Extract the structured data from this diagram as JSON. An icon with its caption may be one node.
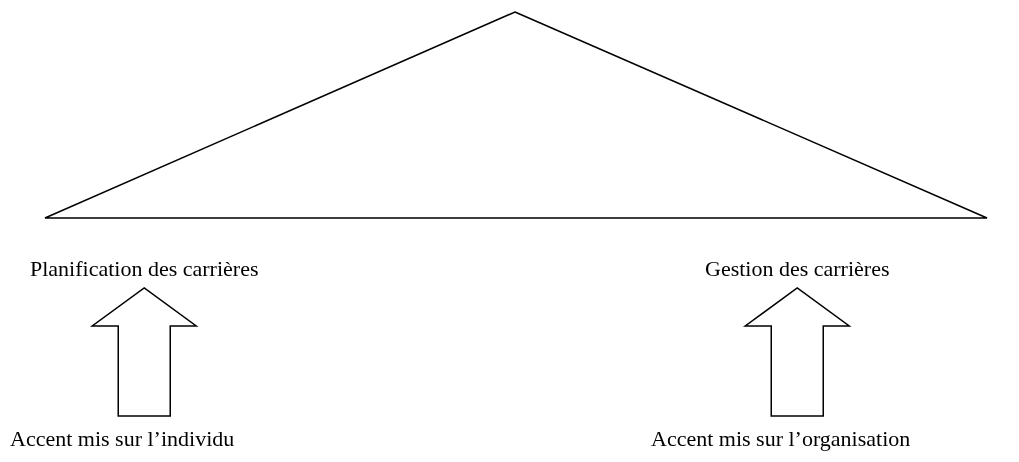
{
  "diagram": {
    "nodes": [
      {
        "text": [
          "Planification des carrières"
        ]
      },
      {
        "text": [
          "Gestion des carrières"
        ]
      },
      {
        "text": [
          "Accent mis sur l’individu"
        ]
      },
      {
        "text": [
          "Accent mis sur l’organisation"
        ]
      }
    ],
    "edges": [
      {
        "from": 2,
        "to": 0,
        "arrow": "to"
      },
      {
        "from": 3,
        "to": 1,
        "arrow": "to"
      }
    ]
  }
}
